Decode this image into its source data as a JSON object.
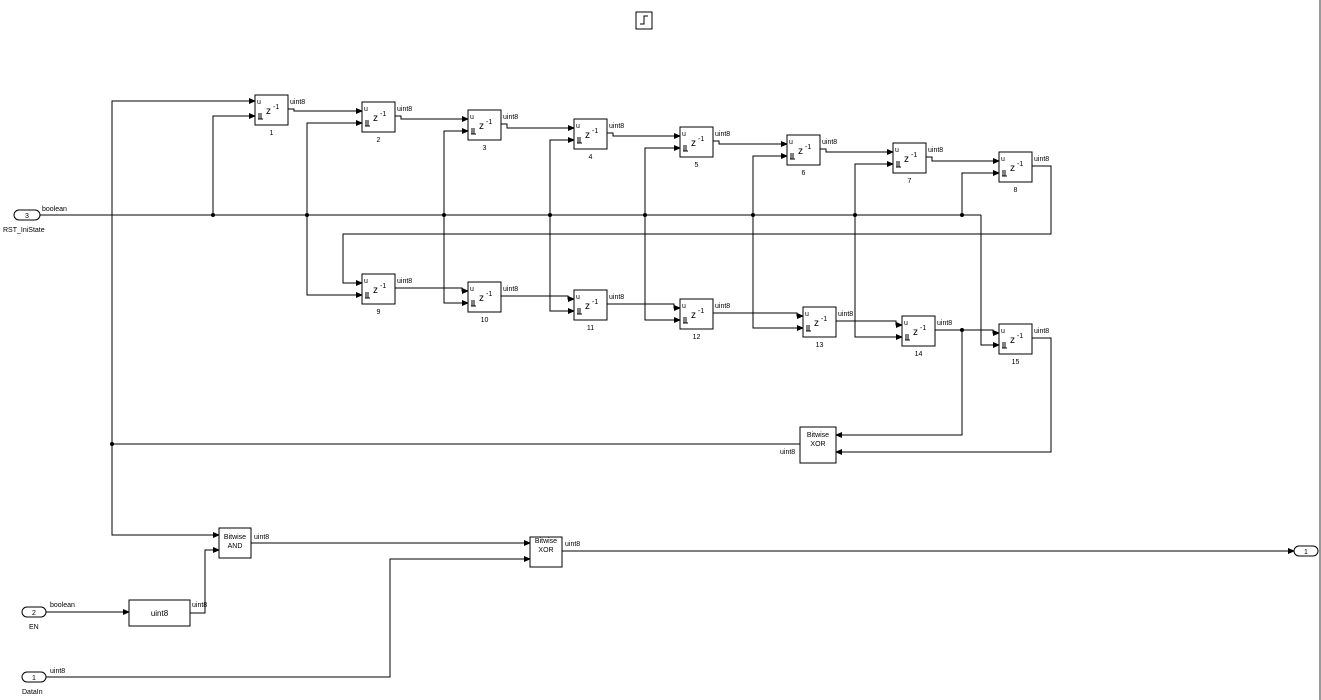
{
  "header": {
    "trigger_icon": "function-call-trigger-icon"
  },
  "inports": [
    {
      "number": "3",
      "name": "RST_IniState",
      "signal_type": "boolean"
    },
    {
      "number": "2",
      "name": "EN",
      "signal_type": "boolean"
    },
    {
      "number": "1",
      "name": "DataIn",
      "signal_type": "uint8"
    }
  ],
  "outports": [
    {
      "number": "1"
    }
  ],
  "delays": {
    "port_u": "u",
    "symbol": "z",
    "exponent": "-1",
    "out_type": "uint8",
    "labels": [
      "1",
      "2",
      "3",
      "4",
      "5",
      "6",
      "7",
      "8",
      "9",
      "10",
      "11",
      "12",
      "13",
      "14",
      "15"
    ]
  },
  "convert": {
    "label": "uint8",
    "out_type": "uint8"
  },
  "bitwise": {
    "and": {
      "line1": "Bitwise",
      "line2": "AND",
      "out_type": "uint8"
    },
    "xor_out": {
      "line1": "Bitwise",
      "line2": "XOR",
      "out_type": "uint8"
    },
    "xor_fb": {
      "line1": "Bitwise",
      "line2": "XOR",
      "out_type": "uint8"
    }
  }
}
